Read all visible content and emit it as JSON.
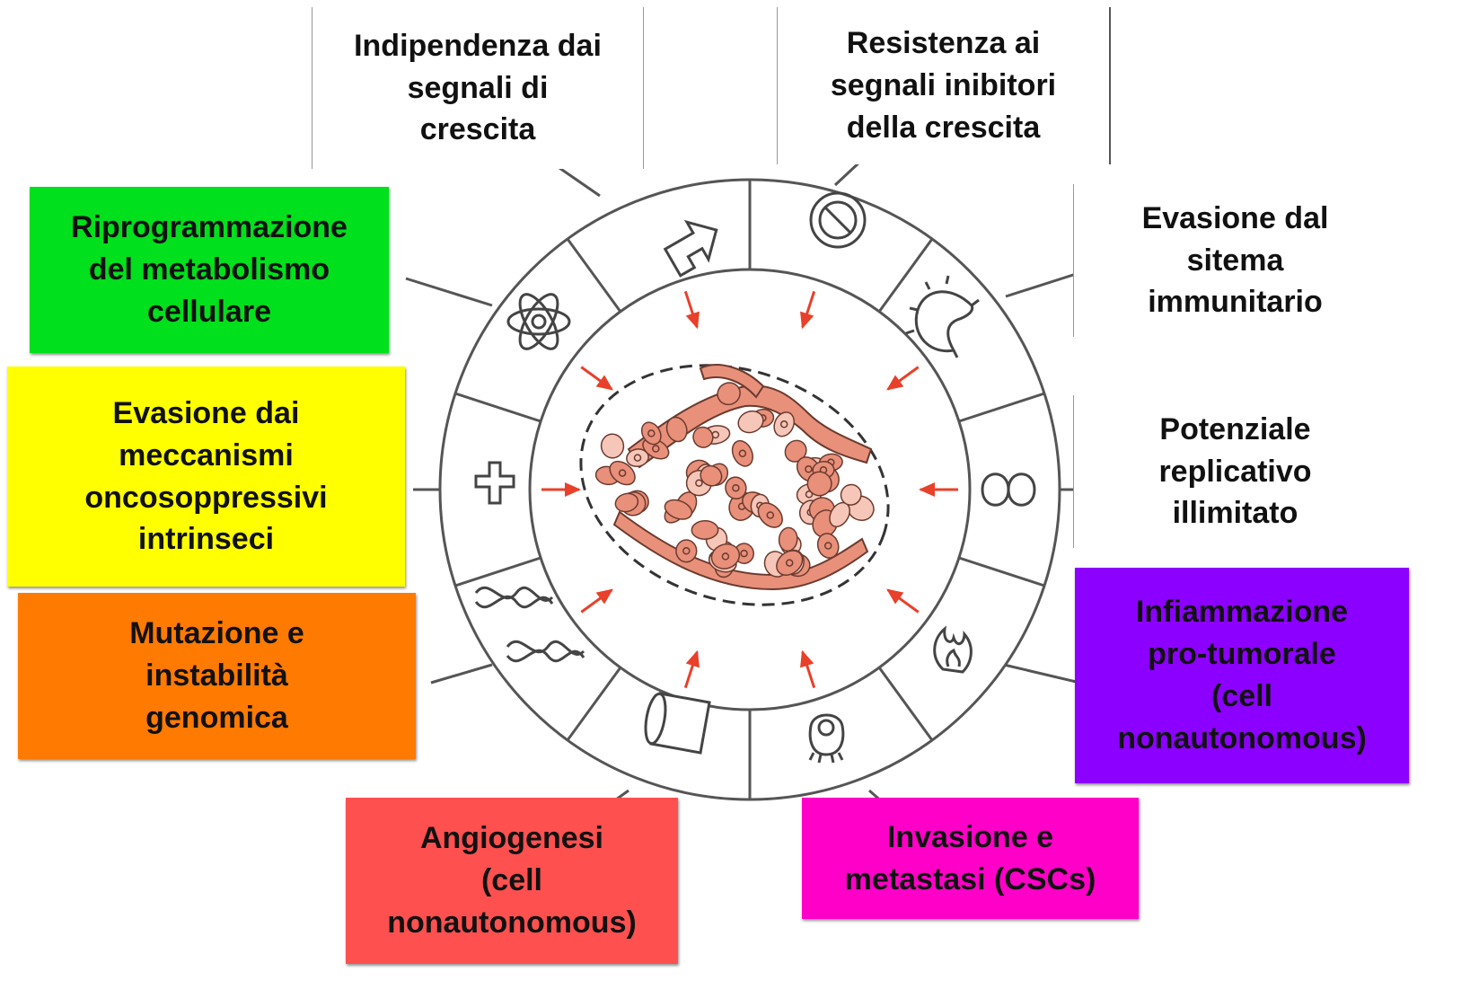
{
  "labels": {
    "growth_signals": "Indipendenza dai\nsegnali di\ncrescita",
    "inhibitory_signals": "Resistenza ai\nsegnali inibitori\ndella crescita",
    "immune_evasion": "Evasione dal\nsitema\nimmunitario",
    "replicative_potential": "Potenziale\nreplicativo\nillimitato",
    "inflammation": "Infiammazione\npro-tumorale\n(cell\nnonautonomous)",
    "invasion": "Invasione e\nmetastasi (CSCs)",
    "angiogenesis": "Angiogenesi\n(cell\nnonautonomous)",
    "genomic_instability": "Mutazione e\ninstabilità\ngenomica",
    "oncosuppressive": "Evasione dai\nmeccanismi\noncosoppressivi\nintrinseci",
    "metabolism": "Riprogrammazione\ndel metabolismo\ncellulare"
  },
  "colors": {
    "metabolism": "#00e01c",
    "oncosuppressive": "#ffff00",
    "genomic_instability": "#ff7a00",
    "angiogenesis": "#ff5050",
    "invasion": "#ff00c8",
    "inflammation": "#8c00ff",
    "arrow": "#e8402a",
    "tumor_cell": "#e8907a",
    "ring_stroke": "#555555"
  },
  "icons": [
    "arrow-icon",
    "no-sign-icon",
    "immune-cell-icon",
    "infinity-icon",
    "flame-icon",
    "ghost-cell-icon",
    "vessel-icon",
    "dna-icon",
    "cross-icon",
    "atom-icon"
  ]
}
